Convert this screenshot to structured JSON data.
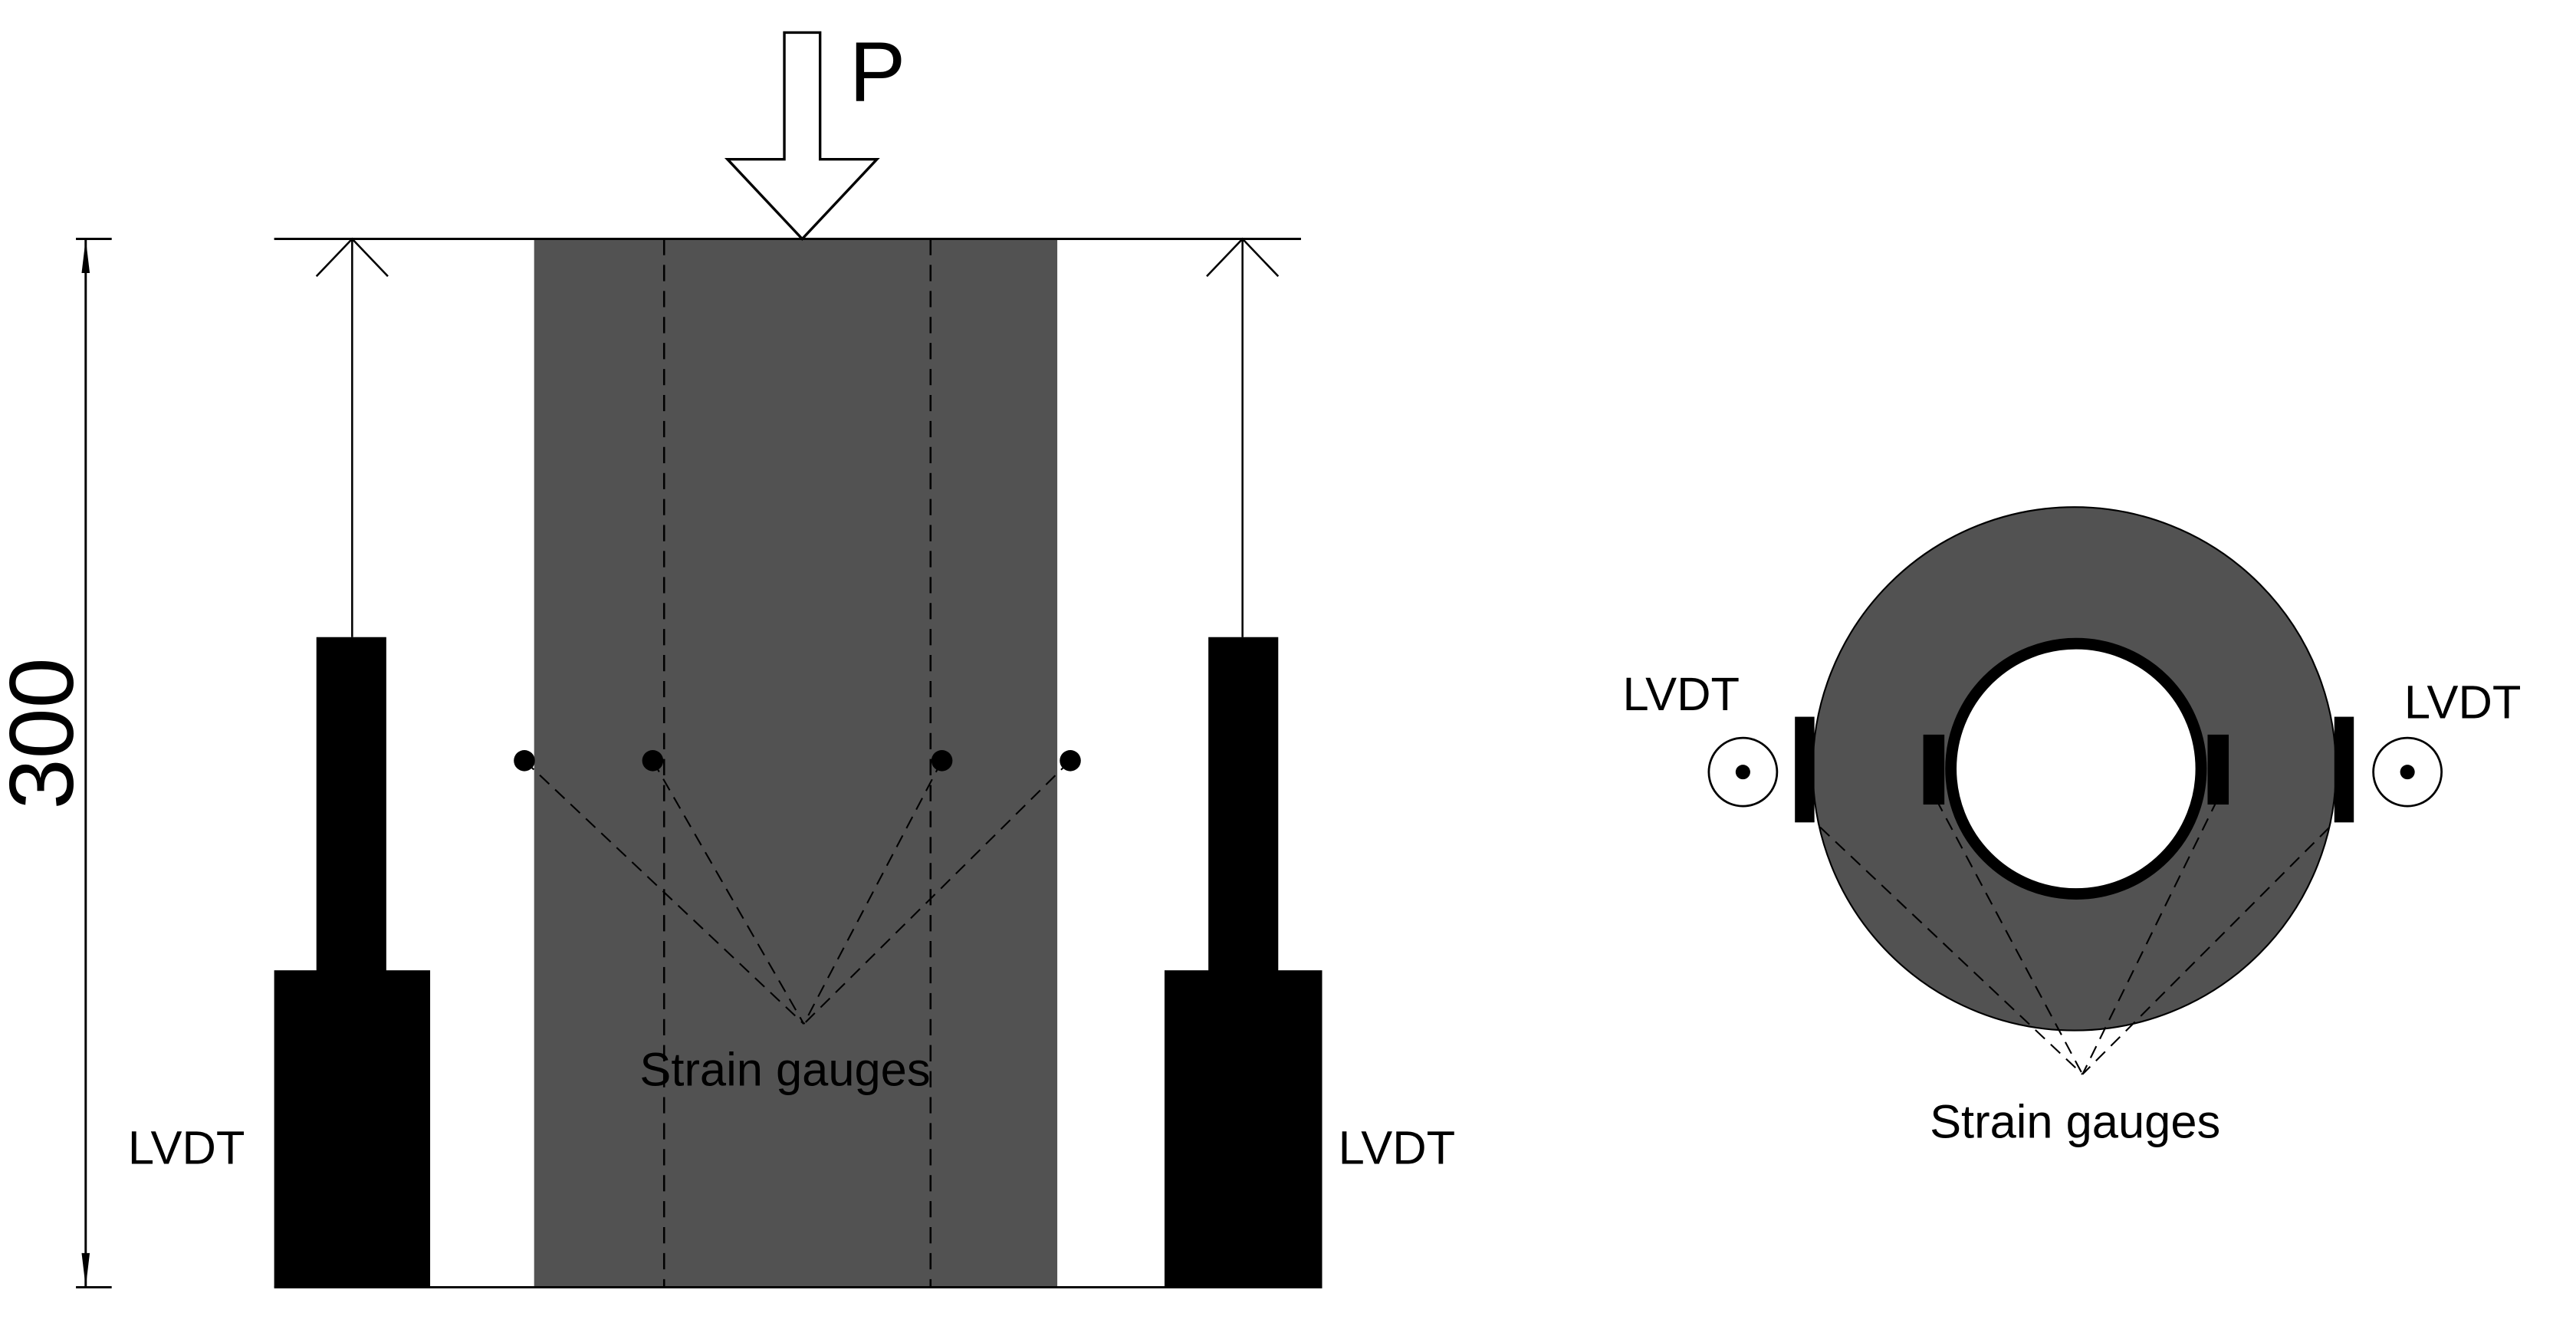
{
  "colors": {
    "concrete": "#525252",
    "ink": "#000000",
    "paper": "#ffffff"
  },
  "labels": {
    "load": "P",
    "height_dimension": "300",
    "lvdt": "LVDT",
    "strain_gauges": "Strain gauges"
  }
}
